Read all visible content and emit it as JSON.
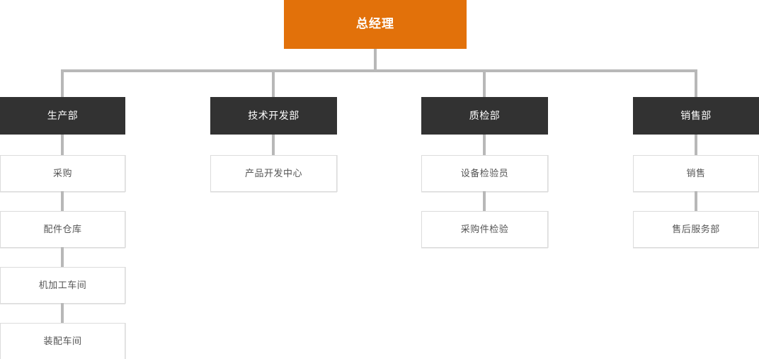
{
  "chart": {
    "type": "org-chart",
    "title": "",
    "colors": {
      "root_fill": "#e2710a",
      "root_text": "#ffffff",
      "dept_fill": "#323232",
      "dept_text": "#ffffff",
      "sub_fill": "#ffffff",
      "sub_text": "#555555",
      "sub_border": "#dcdcdc",
      "connector": "#b8b8b8",
      "background": "#ffffff"
    },
    "root": {
      "label": "总经理",
      "level": 1
    },
    "departments": [
      {
        "label": "生产部",
        "level": 2,
        "children": [
          {
            "label": "采购",
            "level": 3
          },
          {
            "label": "配件仓库",
            "level": 3
          },
          {
            "label": "机加工车间",
            "level": 3
          },
          {
            "label": "装配车间",
            "level": 3
          }
        ]
      },
      {
        "label": "技术开发部",
        "level": 2,
        "children": [
          {
            "label": "产品开发中心",
            "level": 3
          }
        ]
      },
      {
        "label": "质检部",
        "level": 2,
        "children": [
          {
            "label": "设备检验员",
            "level": 3
          },
          {
            "label": "采购件检验",
            "level": 3
          }
        ]
      },
      {
        "label": "销售部",
        "level": 2,
        "children": [
          {
            "label": "销售",
            "level": 3
          },
          {
            "label": "售后服务部",
            "level": 3
          }
        ]
      }
    ]
  }
}
